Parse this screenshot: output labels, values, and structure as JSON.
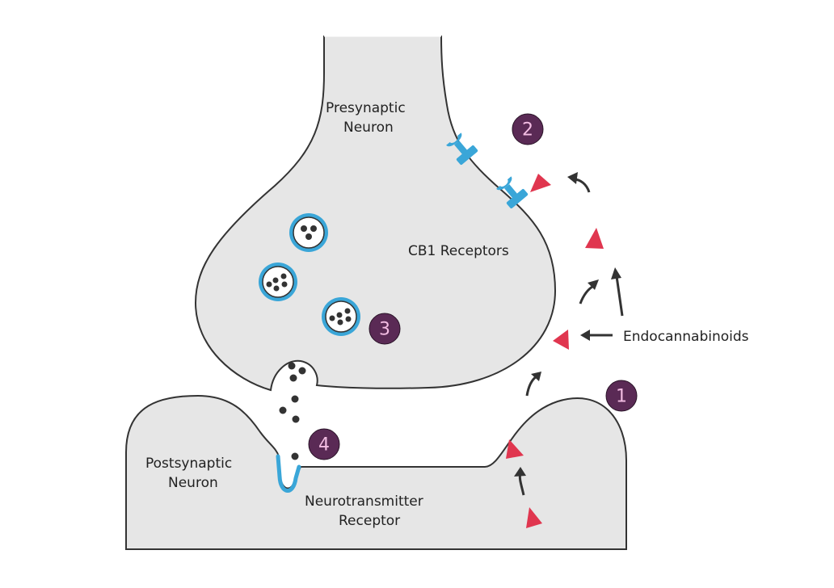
{
  "diagram": {
    "labels": {
      "presynaptic_line1": "Presynaptic",
      "presynaptic_line2": "Neuron",
      "postsynaptic_line1": "Postsynaptic",
      "postsynaptic_line2": "Neuron",
      "cb1": "CB1 Receptors",
      "endocannabinoids": "Endocannabinoids",
      "nt_receptor_line1": "Neurotransmitter",
      "nt_receptor_line2": "Receptor"
    },
    "badges": [
      "1",
      "2",
      "3",
      "4"
    ],
    "colors": {
      "neuron_fill": "#e6e6e6",
      "outline": "#333333",
      "receptor_blue": "#3aa6d8",
      "endocannabinoid_red": "#e0364f",
      "badge_purple": "#5a2a55",
      "badge_text": "#f3bde3",
      "neurotransmitter": "#333333"
    },
    "icons": {
      "cb1_receptor": "cb1-receptor-icon",
      "vesicle": "vesicle-icon",
      "endocannabinoid": "endocannabinoid-triangle-icon",
      "arrow": "arrow-icon",
      "neurotransmitter": "neurotransmitter-molecule-icon"
    }
  }
}
